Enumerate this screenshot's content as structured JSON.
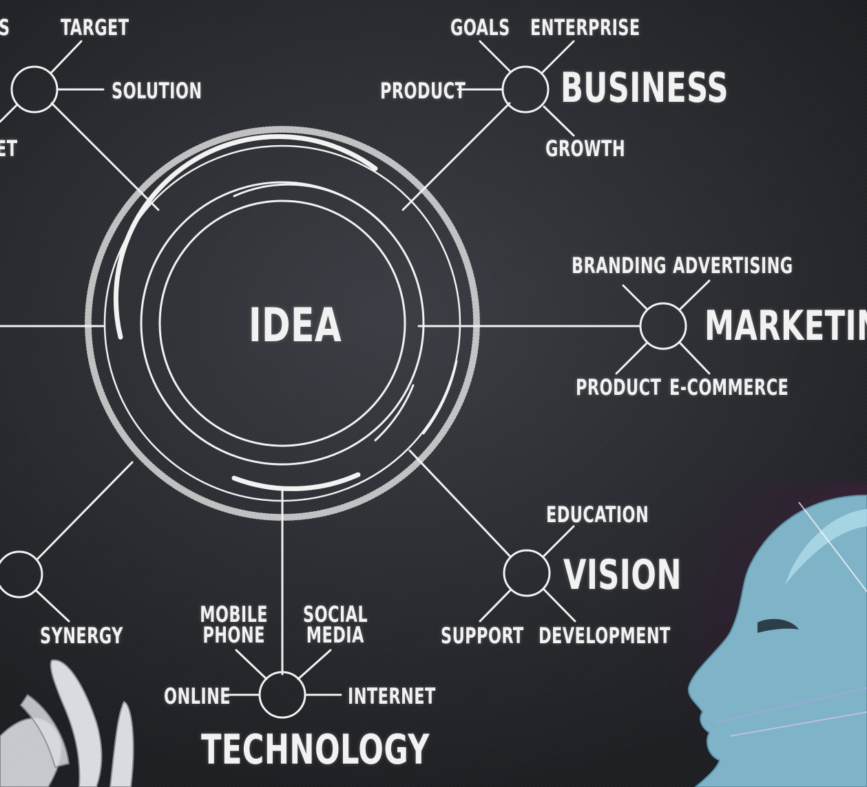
{
  "center": {
    "label": "IDEA"
  },
  "nodes": {
    "business": {
      "title": "BUSINESS",
      "items": [
        "GOALS",
        "ENTERPRISE",
        "PRODUCT",
        "GROWTH"
      ]
    },
    "marketing": {
      "title": "MARKETING",
      "items": [
        "BRANDING",
        "ADVERTISING",
        "PRODUCT",
        "E-COMMERCE"
      ]
    },
    "vision": {
      "title": "VISION",
      "items": [
        "EDUCATION",
        "SUPPORT",
        "DEVELOPMENT"
      ]
    },
    "technology": {
      "title": "TECHNOLOGY",
      "items": [
        "MOBILE PHONE",
        "SOCIAL MEDIA",
        "ONLINE",
        "INTERNET"
      ]
    },
    "top_left": {
      "items": [
        "TARGET",
        "SOLUTION"
      ],
      "partial_left": "S",
      "partial_lower": "ET"
    },
    "bottom_left": {
      "items": [
        "SYNERGY"
      ]
    }
  },
  "colors": {
    "background": "#2a2c31",
    "line": "#f2f2f2",
    "accent_glow": "#962a6e"
  },
  "decor": {
    "robot_head": "robot-head-image",
    "robot_hand": "robot-hand-image"
  }
}
